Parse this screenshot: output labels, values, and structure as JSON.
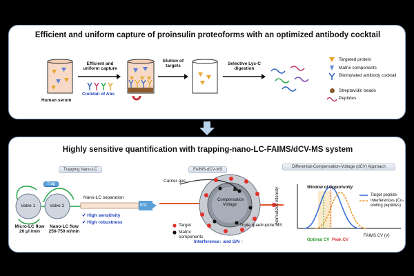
{
  "top": {
    "title": "Efficient and uniform capture of proinsulin proteoforms with an optimized antibody cocktail",
    "human_serum": "Human serum",
    "step1": "Efficient and uniform capture",
    "cocktail": "Cocktail of Abs",
    "step2": "Elution of targets",
    "step3": "Selective Lys-C digestion",
    "legend": [
      {
        "label": "Targeted protein",
        "color": "#e6a42a"
      },
      {
        "label": "Matrix components",
        "color": "#5a7fd6"
      },
      {
        "label": "Biotinylated antibody cocktail",
        "color": "#2d5fb8"
      },
      {
        "label": "Streptavidin beads",
        "color": "#8a5a2e"
      },
      {
        "label": "Peptides",
        "color": "#c2356e"
      }
    ]
  },
  "bottom": {
    "title": "Highly sensitive quantification with trapping-nano-LC-FAIMS/dCV-MS system",
    "trap_tag": "Trapping Nano-LC",
    "faims_tag": "FAIMS-dCV-MS",
    "dcv_tag": "Differential-Compensation-Voltage (dCV) Approach",
    "trap_label": "Trap",
    "valve1": "Valve 1",
    "valve2": "Valve 2",
    "micro_flow": "Micro-LC flow",
    "micro_rate": "20 μl /min",
    "nano_flow": "Nano-LC flow",
    "nano_rate": "250-750 nl/min",
    "nanolc_sep": "Nano-LC separation",
    "high_sens": "High sensitivity",
    "high_rob": "High robustness",
    "esi": "ESI",
    "carrier": "Carrier gas",
    "comp_voltage": "Compensation Voltage",
    "target": "Target",
    "matrix": "Matrix components",
    "interference": "Interference↓ and S/N ↑",
    "quad": "Triple quadrupole MS",
    "ylabel": "Normalized intensity",
    "window": "Window of Opportunity",
    "target_peptide": "Target peptide",
    "interferences": "Interferences (Co-eluting peptides)",
    "optimal_cv": "Optimal CV",
    "peak_cv": "Peak CV",
    "xlabel": "FAIMS CV (V)"
  }
}
